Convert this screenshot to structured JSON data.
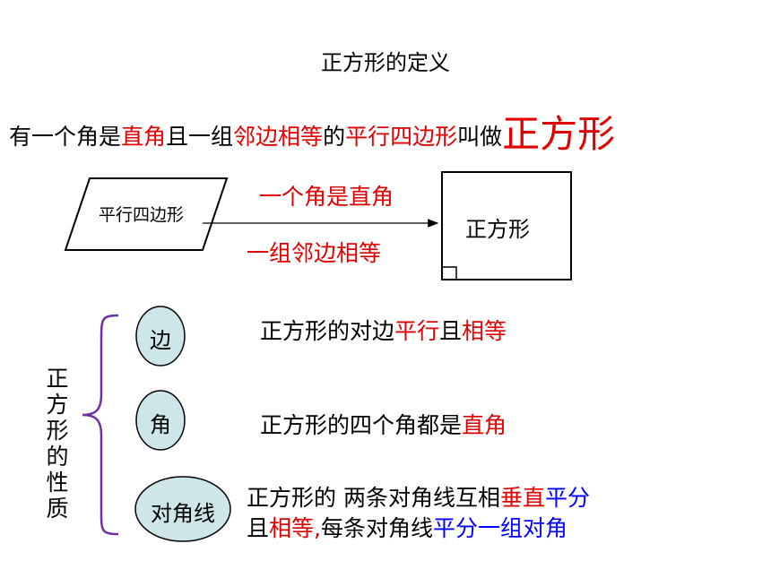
{
  "title": "正方形的定义",
  "definition": {
    "p1": "有一个角是",
    "p2": "直角",
    "p3": "且一组",
    "p4": "邻边相等",
    "p5": "的",
    "p6": "平行四边形",
    "p7": "叫做",
    "p8": "正方形"
  },
  "diagram": {
    "parallelogram_label": "平行四边形",
    "condition_top": "一个角是直角",
    "condition_bottom": "一组邻边相等",
    "square_label": "正方形"
  },
  "properties": {
    "vertical_title": [
      "正",
      "方",
      "形",
      "的",
      "性",
      "质"
    ],
    "items": [
      {
        "category": "边",
        "text": [
          {
            "t": "正方形的对边",
            "c": "black"
          },
          {
            "t": "平行",
            "c": "red"
          },
          {
            "t": "且",
            "c": "black"
          },
          {
            "t": "相等",
            "c": "red"
          }
        ]
      },
      {
        "category": "角",
        "text": [
          {
            "t": "正方形的四个角都是",
            "c": "black"
          },
          {
            "t": "直角",
            "c": "red"
          }
        ]
      },
      {
        "category": "对角线",
        "line1": [
          {
            "t": "正方形的 两条对角线互相",
            "c": "black"
          },
          {
            "t": "垂直",
            "c": "red"
          },
          {
            "t": "平分",
            "c": "blue"
          }
        ],
        "line2": [
          {
            "t": "且",
            "c": "black"
          },
          {
            "t": "相等,",
            "c": "red"
          },
          {
            "t": "每条对角线",
            "c": "black"
          },
          {
            "t": "平分一组对角",
            "c": "blue"
          }
        ]
      }
    ]
  },
  "colors": {
    "red": "#e00000",
    "blue": "#0000ff",
    "oval_fill": "#cde6e9"
  }
}
